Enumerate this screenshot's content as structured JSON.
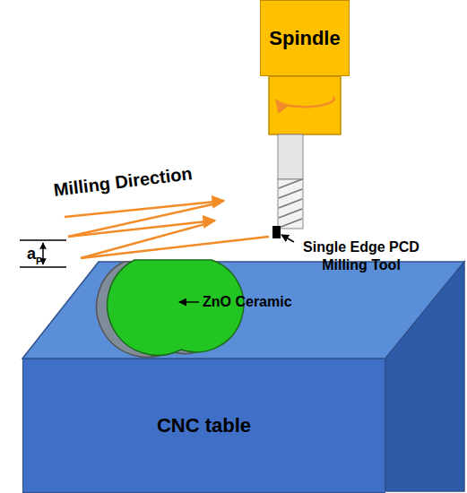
{
  "diagram": {
    "nodes": [
      {
        "text": [
          "Spindle"
        ]
      },
      {
        "text": [
          "CNC table"
        ]
      }
    ],
    "labels": [
      "Milling Direction",
      "a",
      "P",
      "Single Edge PCD Milling Tool",
      "ZnO Ceramic"
    ]
  }
}
